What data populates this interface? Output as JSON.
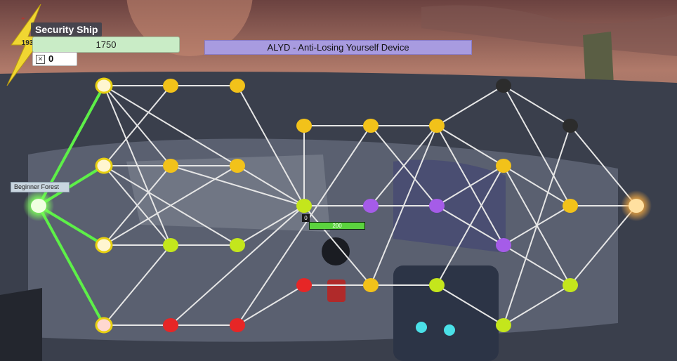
{
  "hud": {
    "ship_name": "Security Ship",
    "level": "193",
    "resource_value": "1750",
    "resource_fill": 1.0,
    "currency_value": "0",
    "currency_icon": "crate-icon",
    "title": "ALYD - Anti-Losing Yourself Device",
    "location_label": "Beginner Forest",
    "unit_level": "0",
    "unit_health": "200",
    "unit_health_fill": 1.0
  },
  "colors": {
    "sky": "#8a5a52",
    "edge_green": "#5df048",
    "edge_white": "#e6e6e6",
    "node_yellow": "#f2c21a",
    "node_lime": "#c4e61c",
    "node_purple": "#a55ce8",
    "node_red": "#e62626",
    "node_dark": "#2c2c2c",
    "node_cream": "#fff6d0",
    "node_orange": "#ffe0a0"
  },
  "map": {
    "nodes": [
      {
        "id": "start",
        "type": "start-node"
      },
      {
        "id": "a1",
        "type": "cream-node"
      },
      {
        "id": "a2",
        "type": "cream-node"
      },
      {
        "id": "a3",
        "type": "cream-node"
      },
      {
        "id": "a4",
        "type": "pink-node"
      },
      {
        "id": "b1",
        "type": "yellow-node"
      },
      {
        "id": "c1",
        "type": "yellow-node"
      },
      {
        "id": "b2",
        "type": "yellow-node"
      },
      {
        "id": "c2",
        "type": "yellow-node"
      },
      {
        "id": "b3",
        "type": "lime-node"
      },
      {
        "id": "c3",
        "type": "lime-node"
      },
      {
        "id": "b4",
        "type": "red-node"
      },
      {
        "id": "c4",
        "type": "red-node"
      },
      {
        "id": "d1",
        "type": "yellow-node"
      },
      {
        "id": "d2",
        "type": "lime-node"
      },
      {
        "id": "d3",
        "type": "red-node"
      },
      {
        "id": "e1",
        "type": "yellow-node"
      },
      {
        "id": "e2",
        "type": "purple-node"
      },
      {
        "id": "e3",
        "type": "yellow-node"
      },
      {
        "id": "f1",
        "type": "yellow-node"
      },
      {
        "id": "f2",
        "type": "purple-node"
      },
      {
        "id": "f3",
        "type": "lime-node"
      },
      {
        "id": "g1",
        "type": "dark-node"
      },
      {
        "id": "g2",
        "type": "yellow-node"
      },
      {
        "id": "g3",
        "type": "purple-node"
      },
      {
        "id": "g4",
        "type": "lime-node"
      },
      {
        "id": "h1",
        "type": "dark-node"
      },
      {
        "id": "h2",
        "type": "yellow-node"
      },
      {
        "id": "h3",
        "type": "lime-node"
      },
      {
        "id": "boss",
        "type": "goal-node"
      }
    ]
  }
}
